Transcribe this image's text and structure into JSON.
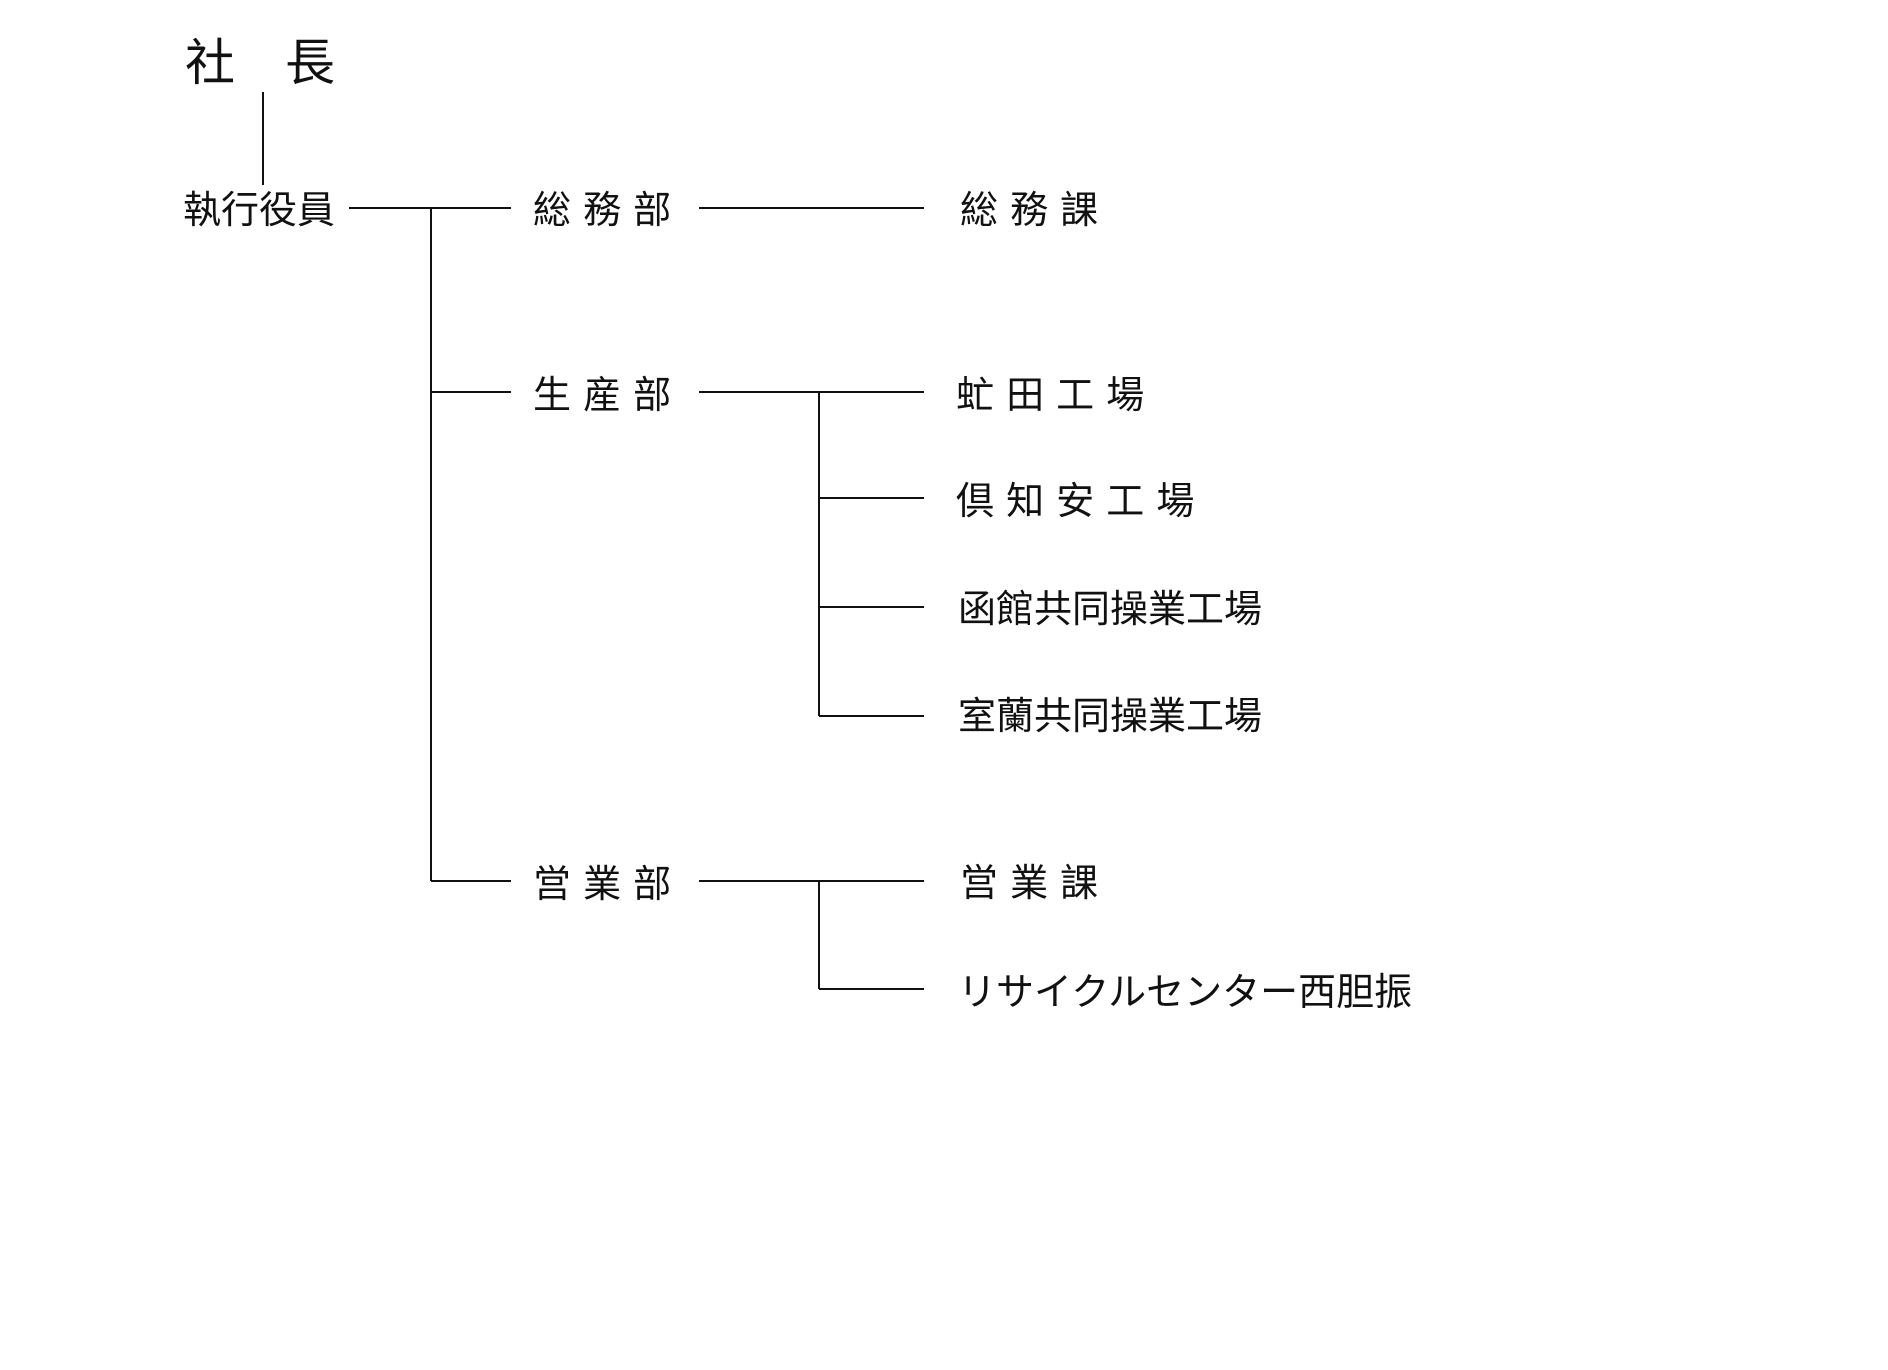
{
  "president": "社　長",
  "executive": "執行役員",
  "departments": {
    "general_affairs": {
      "name": "総 務 部",
      "sections": [
        "総 務 課"
      ]
    },
    "production": {
      "name": "生 産 部",
      "sections": [
        "虻 田 工 場",
        "倶 知 安 工 場",
        "函館共同操業工場",
        "室蘭共同操業工場"
      ]
    },
    "sales": {
      "name": "営 業 部",
      "sections": [
        "営 業 課",
        "リサイクルセンター西胆振"
      ]
    }
  }
}
